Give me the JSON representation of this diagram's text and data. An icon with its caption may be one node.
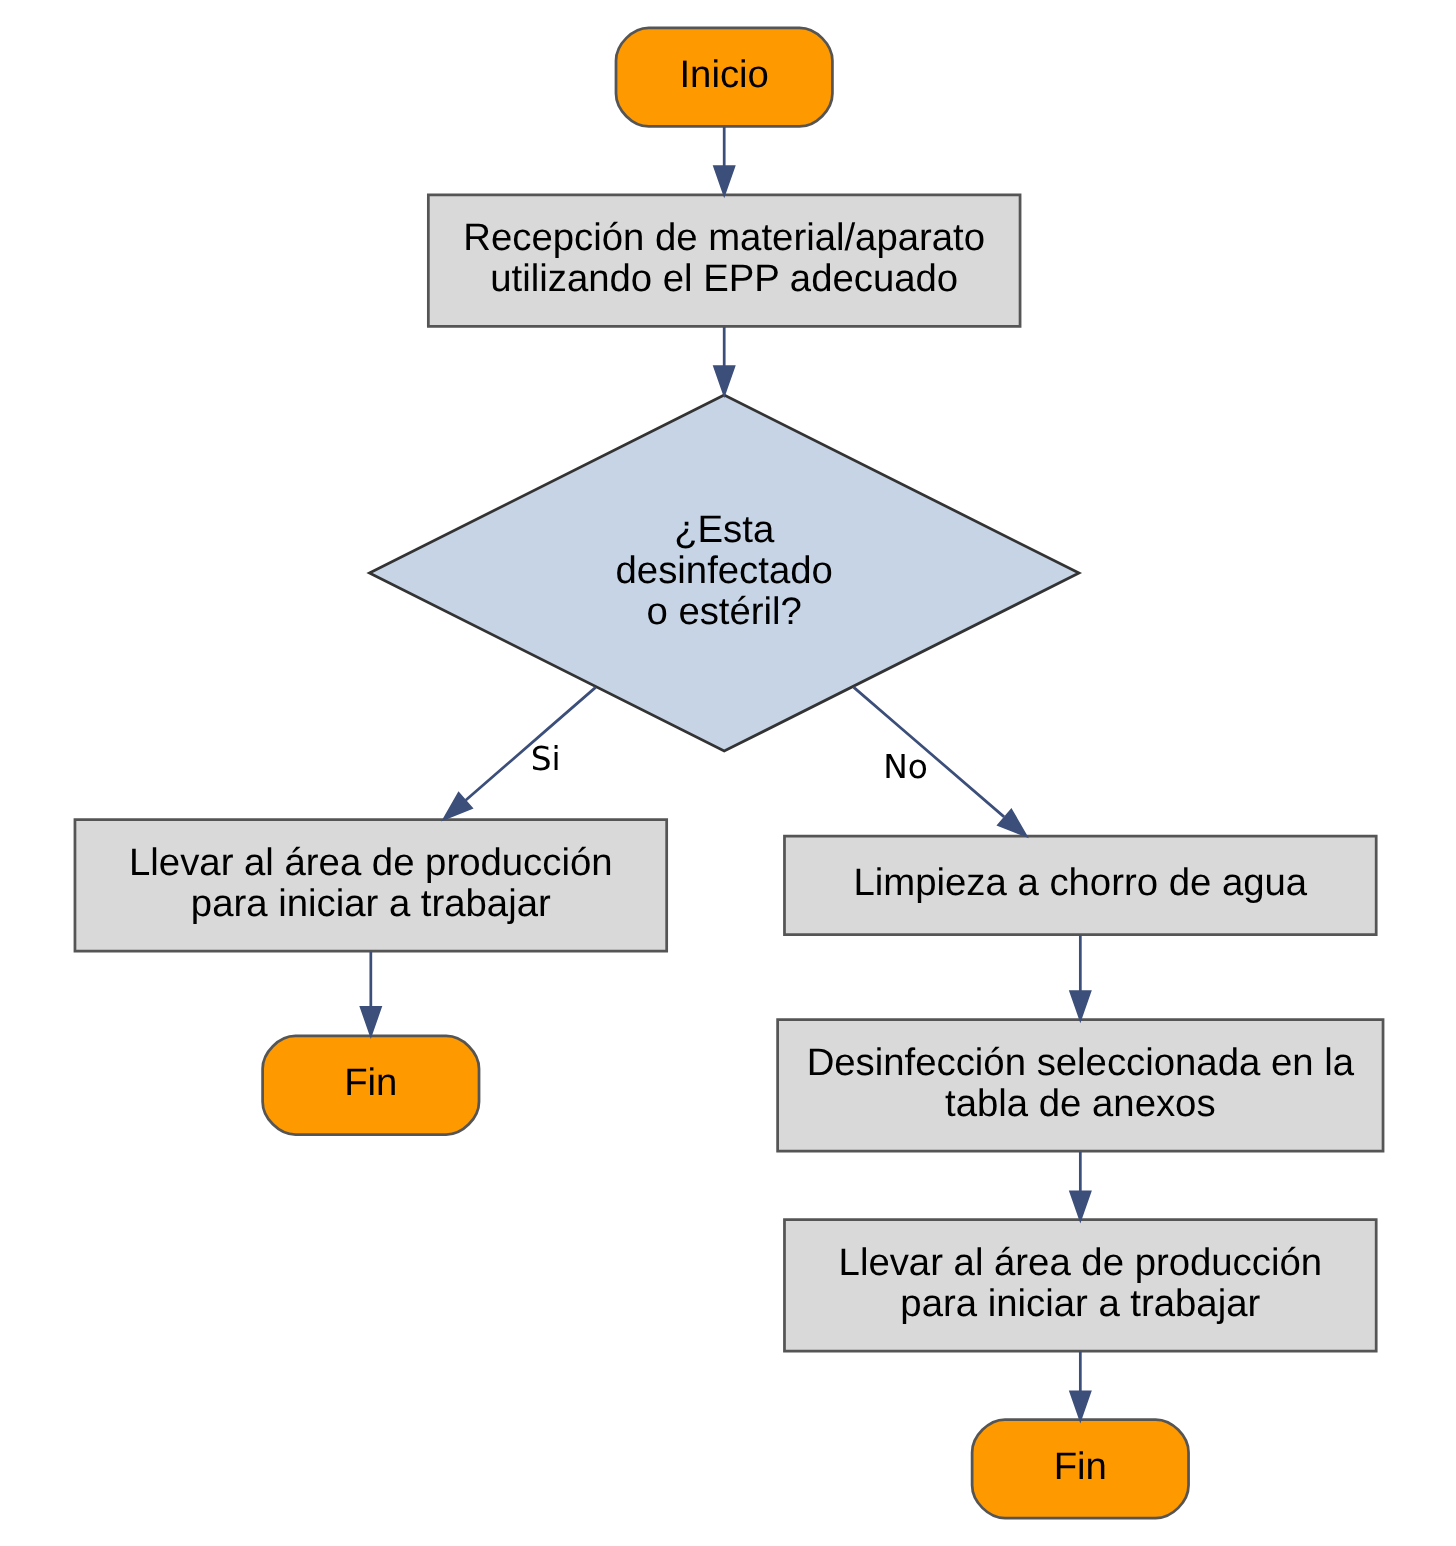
{
  "diagram": {
    "nodes": [
      {
        "text": [
          "Inicio"
        ]
      },
      {
        "text": [
          "Recepción de material/aparato utilizando el EPP adecuado"
        ]
      },
      {
        "text": [
          "¿Esta desinfectado o estéril?"
        ]
      },
      {
        "text": [
          "Llevar al área de producción para iniciar a trabajar"
        ]
      },
      {
        "text": [
          "Fin"
        ]
      },
      {
        "text": [
          "Limpieza a chorro de agua"
        ]
      },
      {
        "text": [
          "Desinfección seleccionada en la tabla de anexos"
        ]
      },
      {
        "text": [
          "Llevar al área de producción para iniciar a trabajar"
        ]
      },
      {
        "text": [
          "Fin"
        ]
      }
    ],
    "edges": [
      {
        "from": 0,
        "to": 1,
        "arrow": "to"
      },
      {
        "from": 1,
        "to": 2,
        "arrow": "to"
      },
      {
        "from": 2,
        "to": 3,
        "arrow": "to",
        "label": "Si"
      },
      {
        "from": 2,
        "to": 5,
        "arrow": "to",
        "label": "No"
      },
      {
        "from": 3,
        "to": 4,
        "arrow": "to"
      },
      {
        "from": 5,
        "to": 6,
        "arrow": "to"
      },
      {
        "from": 6,
        "to": 7,
        "arrow": "to"
      },
      {
        "from": 7,
        "to": 8,
        "arrow": "to"
      }
    ]
  }
}
